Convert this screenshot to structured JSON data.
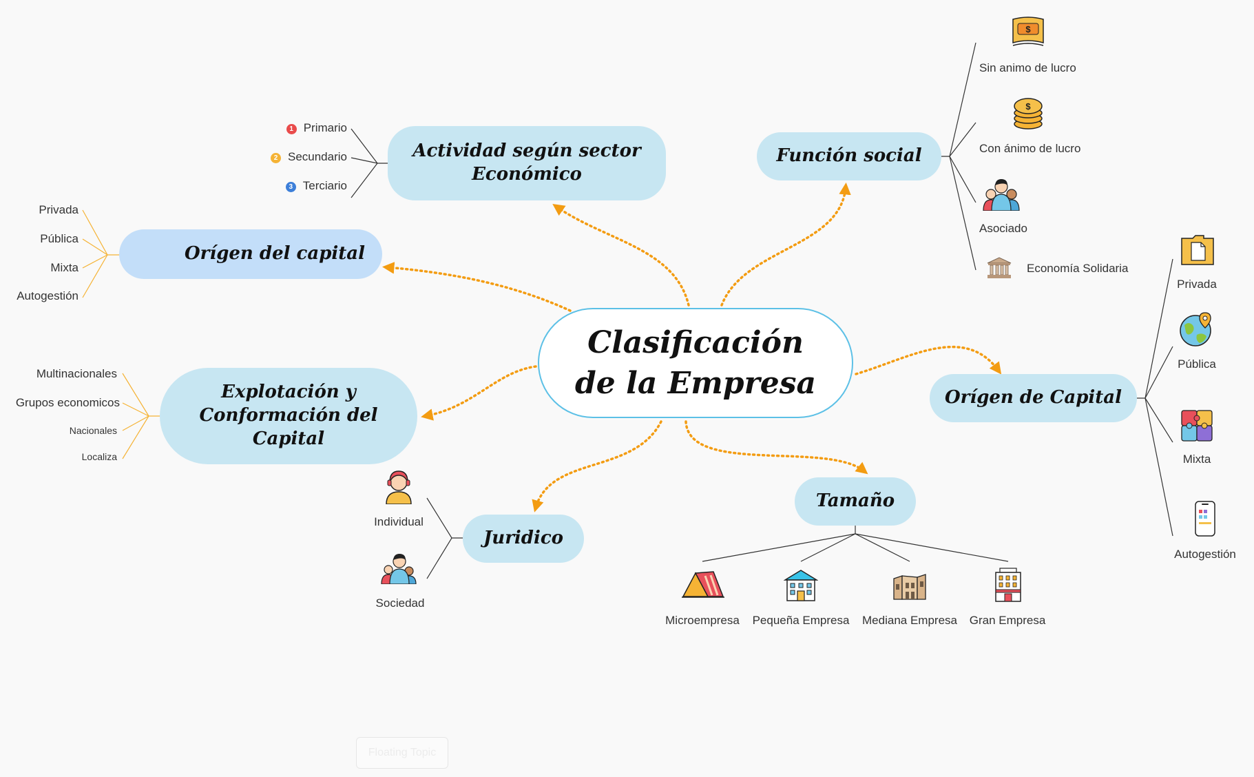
{
  "central": {
    "line1": "Clasificación",
    "line2": "de la Empresa"
  },
  "actividad": {
    "title1": "Actividad según sector",
    "title2": "Económico",
    "items": [
      {
        "number": "1",
        "label": "Primario"
      },
      {
        "number": "2",
        "label": "Secundario"
      },
      {
        "number": "3",
        "label": "Terciario"
      }
    ]
  },
  "origen_capital_left": {
    "title": "Orígen del capital",
    "icon": "bridge-icon",
    "items": [
      "Privada",
      "Pública",
      "Mixta",
      "Autogestión"
    ]
  },
  "explotacion": {
    "title1": "Explotación y",
    "title2": "Conformación del",
    "title3": "Capital",
    "items": [
      "Multinacionales",
      "Grupos economicos",
      "Nacionales",
      "Localiza"
    ]
  },
  "juridico": {
    "title": "Juridico",
    "items": [
      {
        "label": "Individual",
        "icon": "person-icon"
      },
      {
        "label": "Sociedad",
        "icon": "family-icon"
      }
    ]
  },
  "tamano": {
    "title": "Tamaño",
    "items": [
      {
        "label": "Microempresa",
        "icon": "tent-icon"
      },
      {
        "label": "Pequeña Empresa",
        "icon": "house-icon"
      },
      {
        "label": "Mediana Empresa",
        "icon": "ruins-icon"
      },
      {
        "label": "Gran Empresa",
        "icon": "hotel-icon"
      }
    ]
  },
  "funcion_social": {
    "title": "Función social",
    "items": [
      {
        "label": "Sin animo de lucro",
        "icon": "banknote-icon"
      },
      {
        "label": "Con ánimo de lucro",
        "icon": "coins-icon"
      },
      {
        "label": "Asociado",
        "icon": "people-icon"
      },
      {
        "label": "Economía Solidaria",
        "icon": "museum-icon"
      }
    ]
  },
  "origen_capital_right": {
    "title": "Orígen de Capital",
    "items": [
      {
        "label": "Privada",
        "icon": "folder-icon"
      },
      {
        "label": "Pública",
        "icon": "globe-pin-icon"
      },
      {
        "label": "Mixta",
        "icon": "puzzle-icon"
      },
      {
        "label": "Autogestión",
        "icon": "phone-icon"
      }
    ]
  },
  "floating_topic": "Floating Topic",
  "colors": {
    "arrow": "#f39c12",
    "branch_fill": "#c7e6f2",
    "central_border": "#5cc0e6",
    "left_lines": "#f5b335",
    "dark_lines": "#333333",
    "num1": "#e94b4b",
    "num2": "#f5b335",
    "num3": "#3d7fd9"
  }
}
